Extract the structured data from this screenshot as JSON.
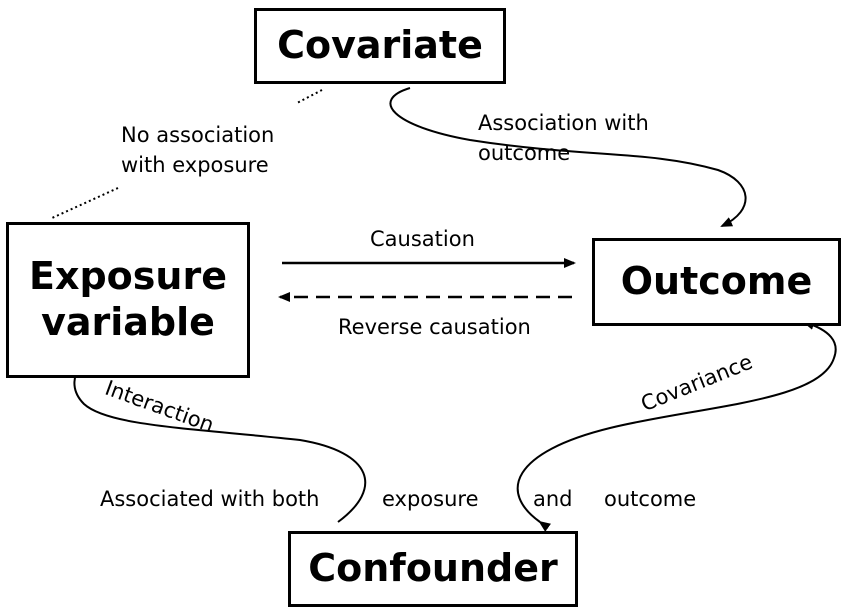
{
  "nodes": {
    "covariate": "Covariate",
    "exposure_line1": "Exposure",
    "exposure_line2": "variable",
    "outcome": "Outcome",
    "confounder": "Confounder"
  },
  "edges": {
    "no_association_line1": "No association",
    "no_association_line2": "with exposure",
    "association_outcome_line1": "Association with",
    "association_outcome_line2": "outcome",
    "causation": "Causation",
    "reverse_causation": "Reverse causation",
    "interaction": "Interaction",
    "covariance": "Covariance",
    "associated_both": "Associated with both",
    "word_exposure": "exposure",
    "word_and": "and",
    "word_outcome": "outcome"
  },
  "colors": {
    "ink": "#000000",
    "background": "#ffffff"
  }
}
